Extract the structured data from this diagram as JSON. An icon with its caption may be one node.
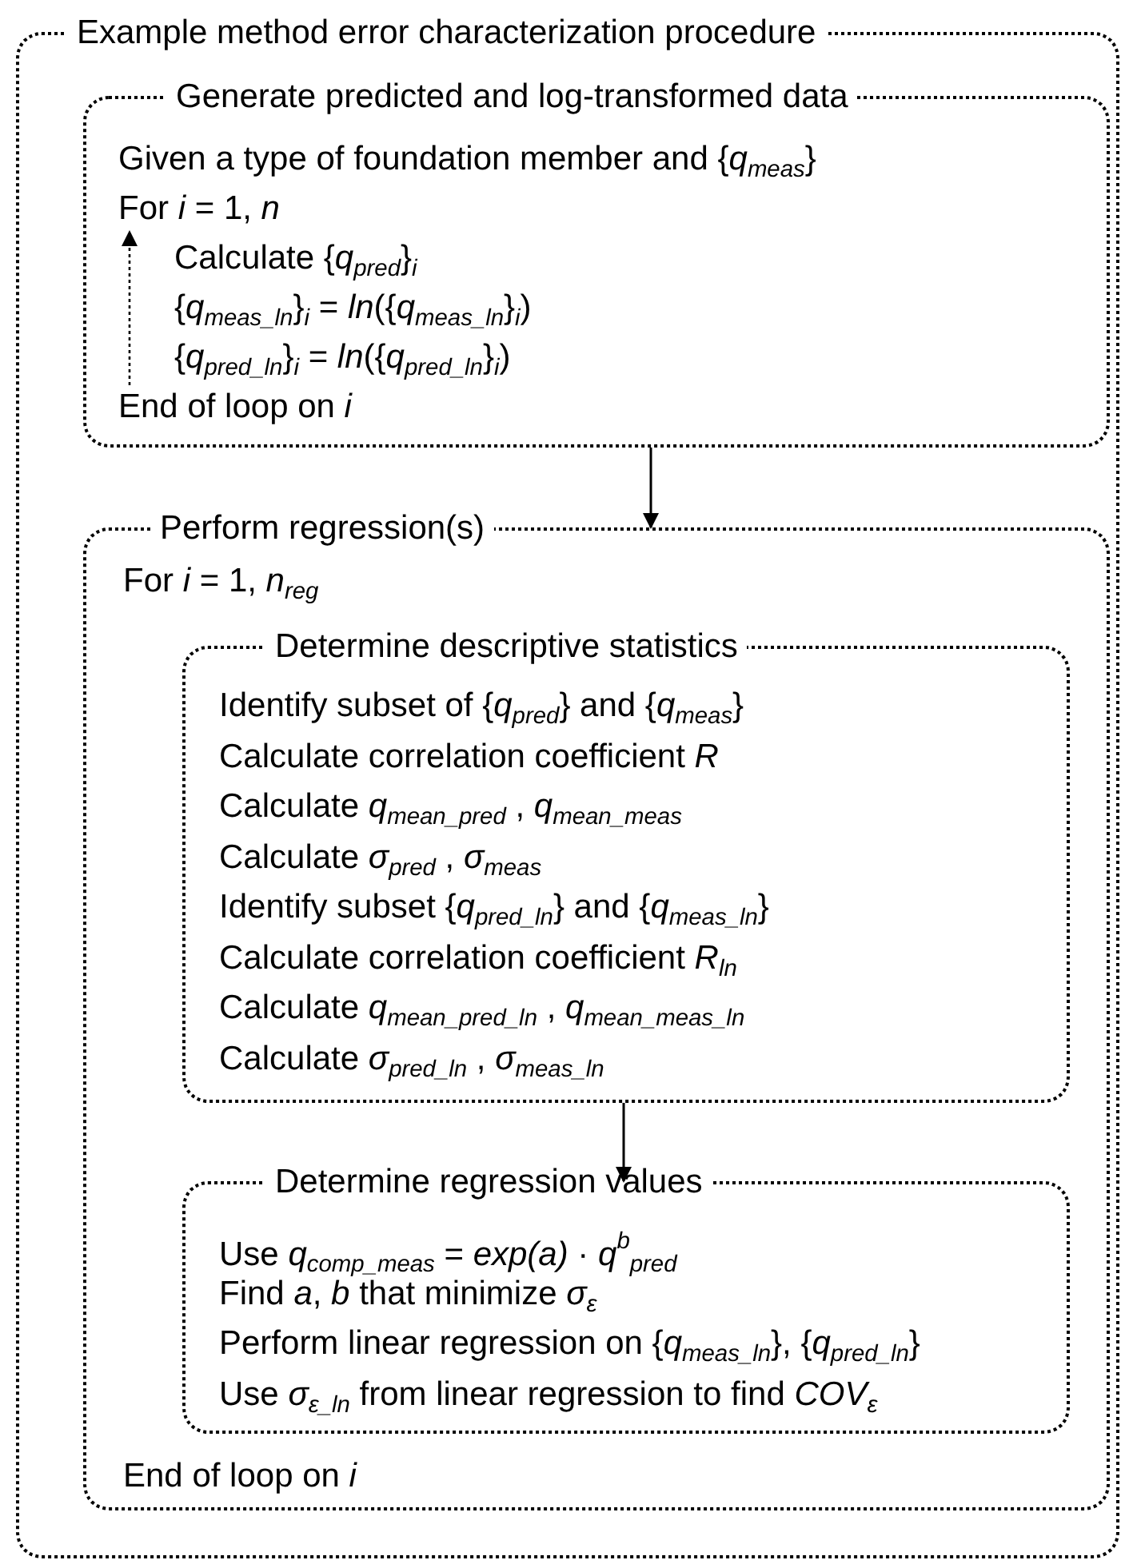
{
  "diagram": {
    "nodes": [
      {
        "text": [
          "Example method error characterization procedure"
        ]
      },
      {
        "text": [
          "Generate predicted and log-transformed data",
          "Given a type of foundation member and {*q*$_{meas}$}",
          "For *i* = 1, *n*",
          "Calculate {*q*$_{pred}$}$_{i}$",
          "{*q*$_{meas_ln}$}$_{i}$ = *ln*({*q*$_{meas_ln}$}$_{i}$)",
          "{*q*$_{pred_ln}$}$_{i}$ = *ln*({*q*$_{pred_ln}$}$_{i}$)",
          "End of loop on *i*"
        ],
        "in": 0
      },
      {
        "text": [
          "Perform regression(s)",
          "For *i* = 1, *n*$_{reg}$",
          "End of loop on *i*"
        ],
        "in": 0
      },
      {
        "text": [
          "Determine descriptive statistics",
          "Identify subset of {*q*$_{pred}$} and {*q*$_{meas}$}",
          "Calculate correlation coefficient *R*",
          "Calculate *q*$_{mean_pred}$ , *q*$_{mean_meas}$",
          "Calculate *σ*$_{pred}$ , *σ*$_{meas}$",
          "Identify subset {*q*$_{pred_ln}$} and {*q*$_{meas_ln}$}",
          "Calculate correlation coefficient *R*$_{ln}$",
          "Calculate *q*$_{mean_pred_ln}$ , *q*$_{mean_meas_ln}$",
          "Calculate *σ*$_{pred_ln}$ , *σ*$_{meas_ln}$"
        ],
        "in": 2
      },
      {
        "text": [
          "Determine regression values",
          "Use *q*$_{comp_meas}$ = *exp(a)* · *q*$^{b}$$_{pred}$",
          "Find *a*, *b* that minimize *σ*$_{ε}$",
          "Perform linear regression on {*q*$_{meas_ln}$}, {*q*$_{pred_ln}$}",
          "Use *σ*$_{ε_ln}$ from linear regression to find *COV*$_{ε}$"
        ],
        "in": 2
      }
    ],
    "edges": [
      {
        "from": 1,
        "to": 2,
        "arrow": "to"
      },
      {
        "from": 3,
        "to": 4,
        "arrow": "to"
      }
    ]
  }
}
